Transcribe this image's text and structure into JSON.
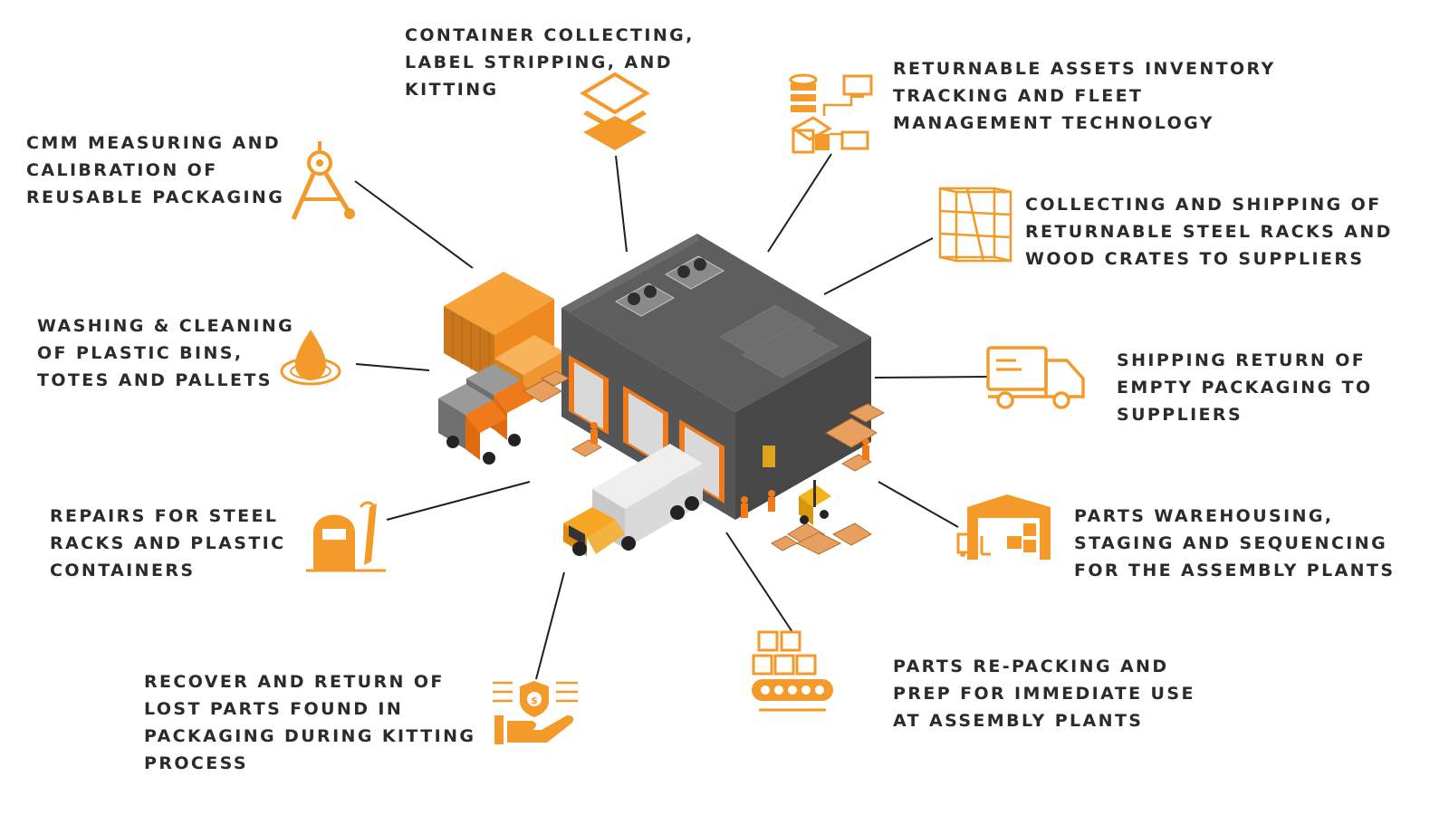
{
  "accent_color": "#F39A2B",
  "text_color": "#2B2B2B",
  "services": [
    {
      "id": "container-collecting",
      "icon": "stacked-layers-icon",
      "lines": [
        "CONTAINER COLLECTING,",
        "LABEL STRIPPING, AND",
        "KITTING"
      ]
    },
    {
      "id": "returnable-assets",
      "icon": "network-database-icon",
      "lines": [
        "RETURNABLE ASSETS INVENTORY",
        "TRACKING AND FLEET",
        "MANAGEMENT TECHNOLOGY"
      ]
    },
    {
      "id": "cmm-measuring",
      "icon": "compass-caliper-icon",
      "lines": [
        "CMM MEASURING AND",
        "CALIBRATION OF",
        "REUSABLE PACKAGING"
      ]
    },
    {
      "id": "collecting-shipping",
      "icon": "rack-grid-icon",
      "lines": [
        "COLLECTING AND SHIPPING OF",
        "RETURNABLE STEEL RACKS AND",
        "WOOD CRATES TO SUPPLIERS"
      ]
    },
    {
      "id": "washing-cleaning",
      "icon": "water-drop-icon",
      "lines": [
        "WASHING & CLEANING",
        "OF PLASTIC BINS,",
        "TOTES AND PALLETS"
      ]
    },
    {
      "id": "shipping-return",
      "icon": "delivery-truck-icon",
      "lines": [
        "SHIPPING RETURN OF",
        "EMPTY PACKAGING TO",
        "SUPPLIERS"
      ]
    },
    {
      "id": "repairs",
      "icon": "welding-mask-icon",
      "lines": [
        "REPAIRS FOR STEEL",
        "RACKS AND PLASTIC",
        "CONTAINERS"
      ]
    },
    {
      "id": "parts-warehousing",
      "icon": "warehouse-forklift-icon",
      "lines": [
        "PARTS WAREHOUSING,",
        "STAGING AND SEQUENCING",
        "FOR THE ASSEMBLY PLANTS"
      ]
    },
    {
      "id": "recover-return",
      "icon": "hand-dollar-shield-icon",
      "lines": [
        "RECOVER AND RETURN OF",
        "LOST PARTS FOUND IN",
        "PACKAGING DURING KITTING",
        "PROCESS"
      ]
    },
    {
      "id": "parts-repacking",
      "icon": "conveyor-boxes-icon",
      "lines": [
        "PARTS RE-PACKING AND",
        "PREP FOR IMMEDIATE USE",
        "AT ASSEMBLY PLANTS"
      ]
    }
  ]
}
